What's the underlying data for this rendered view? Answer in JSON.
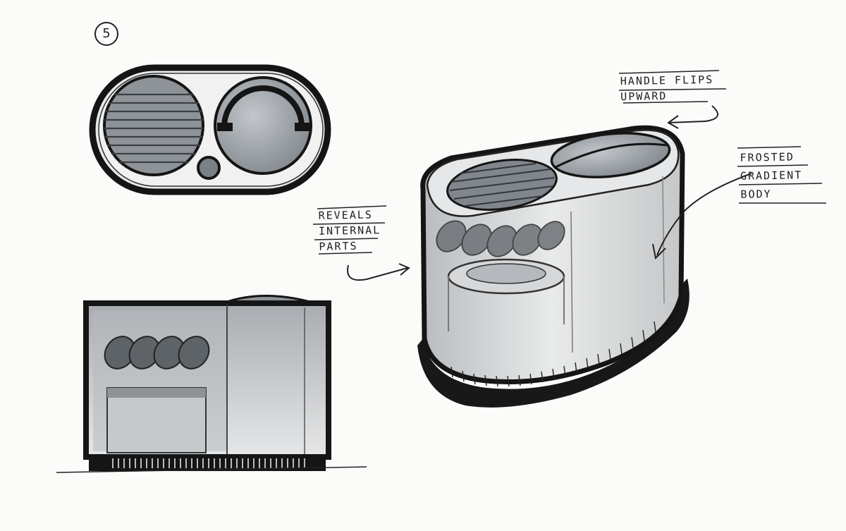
{
  "step_number": "5",
  "annotations": {
    "handle": {
      "line1": "HANDLE FLIPS",
      "line2": "UPWARD"
    },
    "frosted": {
      "line1": "FROSTED",
      "line2": "GRADIENT",
      "line3": "BODY"
    },
    "reveals": {
      "line1": "REVEALS",
      "line2": "INTERNAL",
      "line3": "PARTS"
    }
  },
  "colors": {
    "ink": "#1b1b1b",
    "marker_gray": "#9a9fa5",
    "light_gray": "#c9cbcd",
    "paper": "#fbfbfa"
  }
}
